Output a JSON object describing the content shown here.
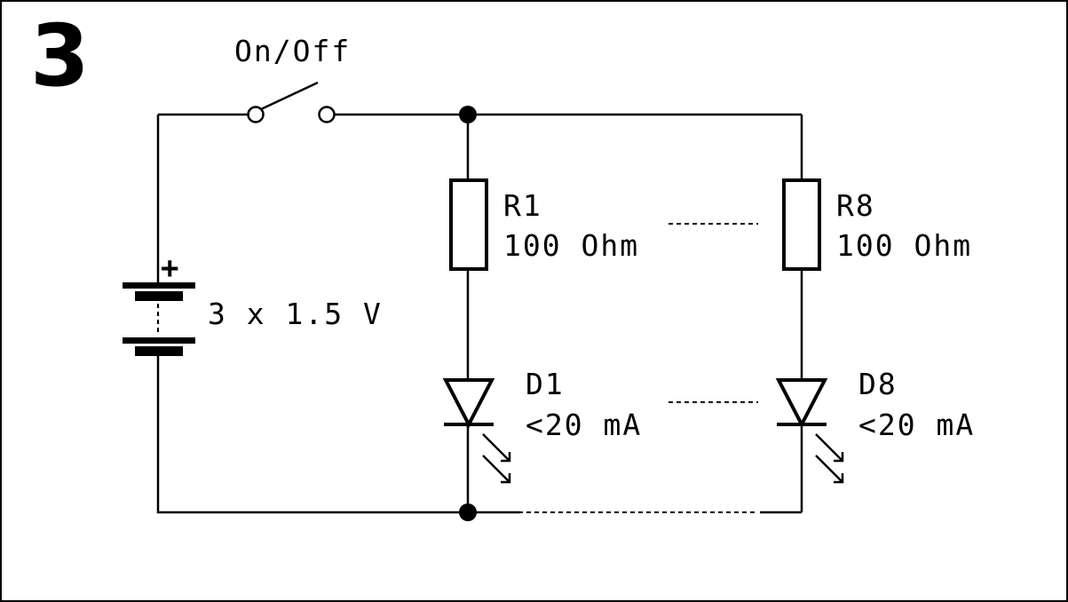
{
  "figure_number": "3",
  "switch": {
    "label": "On/Off"
  },
  "battery": {
    "polarity": "+",
    "label": "3 x 1.5 V"
  },
  "resistors": [
    {
      "name": "R1",
      "value": "100 Ohm"
    },
    {
      "name": "R8",
      "value": "100 Ohm"
    }
  ],
  "leds": [
    {
      "name": "D1",
      "current": "<20 mA"
    },
    {
      "name": "D8",
      "current": "<20 mA"
    }
  ],
  "colors": {
    "ink": "#000000",
    "background": "#ffffff"
  }
}
